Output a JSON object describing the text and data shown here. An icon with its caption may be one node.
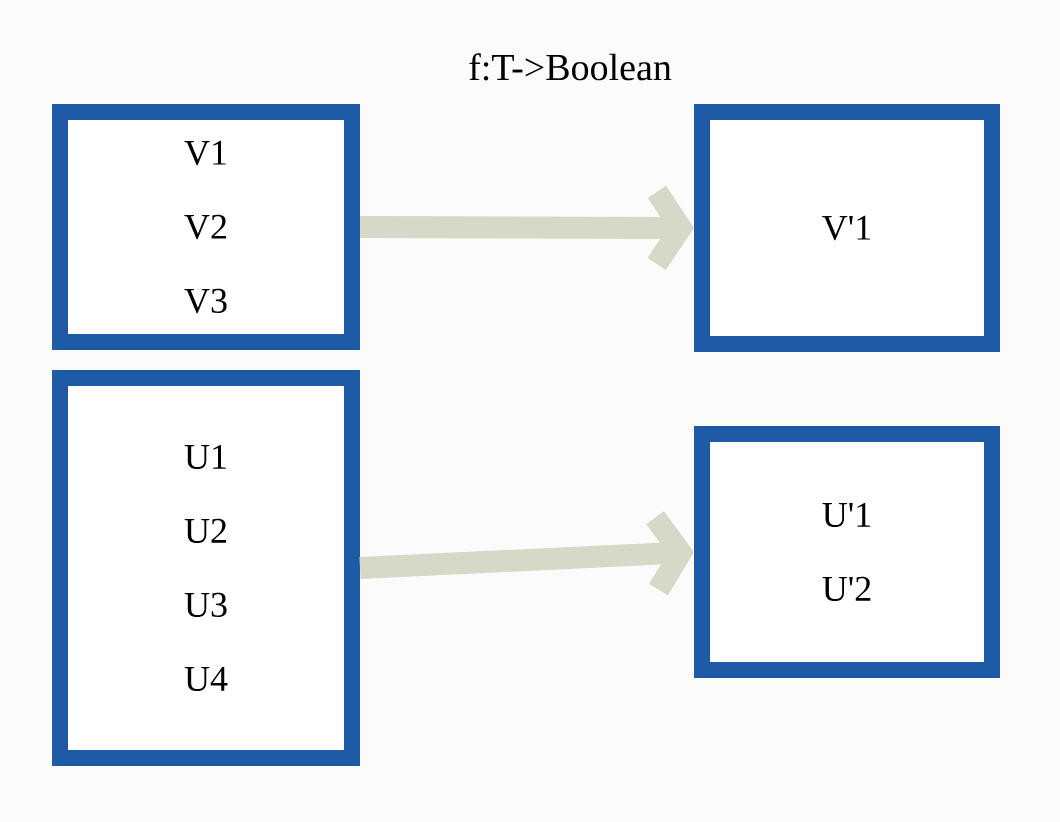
{
  "diagram": {
    "title": "f:T->Boolean",
    "nodes": [
      {
        "text": [
          "V1",
          "V2",
          "V3"
        ]
      },
      {
        "text": [
          "V'1"
        ]
      },
      {
        "text": [
          "U1",
          "U2",
          "U3",
          "U4"
        ]
      },
      {
        "text": [
          "U'1",
          "U'2"
        ]
      }
    ],
    "edges": [
      {
        "from": 0,
        "to": 1,
        "arrow": "to"
      },
      {
        "from": 2,
        "to": 3,
        "arrow": "to"
      }
    ]
  }
}
